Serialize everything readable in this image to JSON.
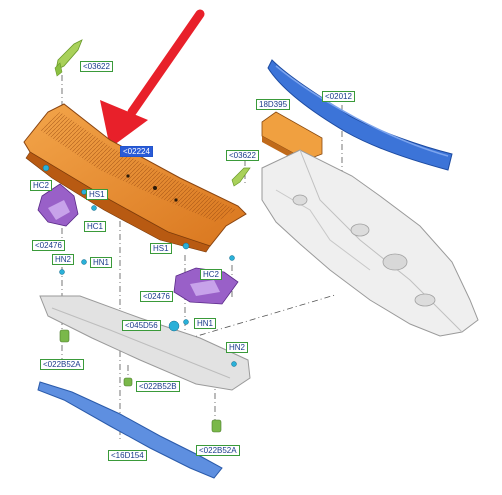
{
  "diagram": {
    "labels": {
      "c03622_top": "<03622",
      "c02012": "<02012",
      "c18D395": "18D395",
      "c022a_selected": "<02224",
      "c03622_mid": "<03622",
      "hc2_left": "HC2",
      "hs1_left": "HS1",
      "hc1_left": "HC1",
      "c02476_left": "<02476",
      "hn2_left": "HN2",
      "hn1_left": "HN1",
      "hs1_mid": "HS1",
      "hc2_mid": "HC2",
      "c02476_mid": "<02476",
      "c045D56": "<045D56",
      "hn1_mid": "HN1",
      "c022B52A_left": "<022B52A",
      "hn2_right": "HN2",
      "c022B52B": "<022B52B",
      "c16D154": "<16D154",
      "c022B52A_bottom": "<022B52A"
    },
    "colors": {
      "cowl_top": "#e8892a",
      "cowl_side": "#b85a12",
      "hood_seal": "#3c74d8",
      "bracket": "#9960c8",
      "lower_panel": "#e2e2e2",
      "dash_panel": "#efefef",
      "lower_seal": "#5e8fe0",
      "pointer_arrow": "#e8202a",
      "callout_border": "#3a9a3a",
      "callout_text": "#1a3a8a",
      "selected_callout": "#2a5bd7"
    }
  }
}
